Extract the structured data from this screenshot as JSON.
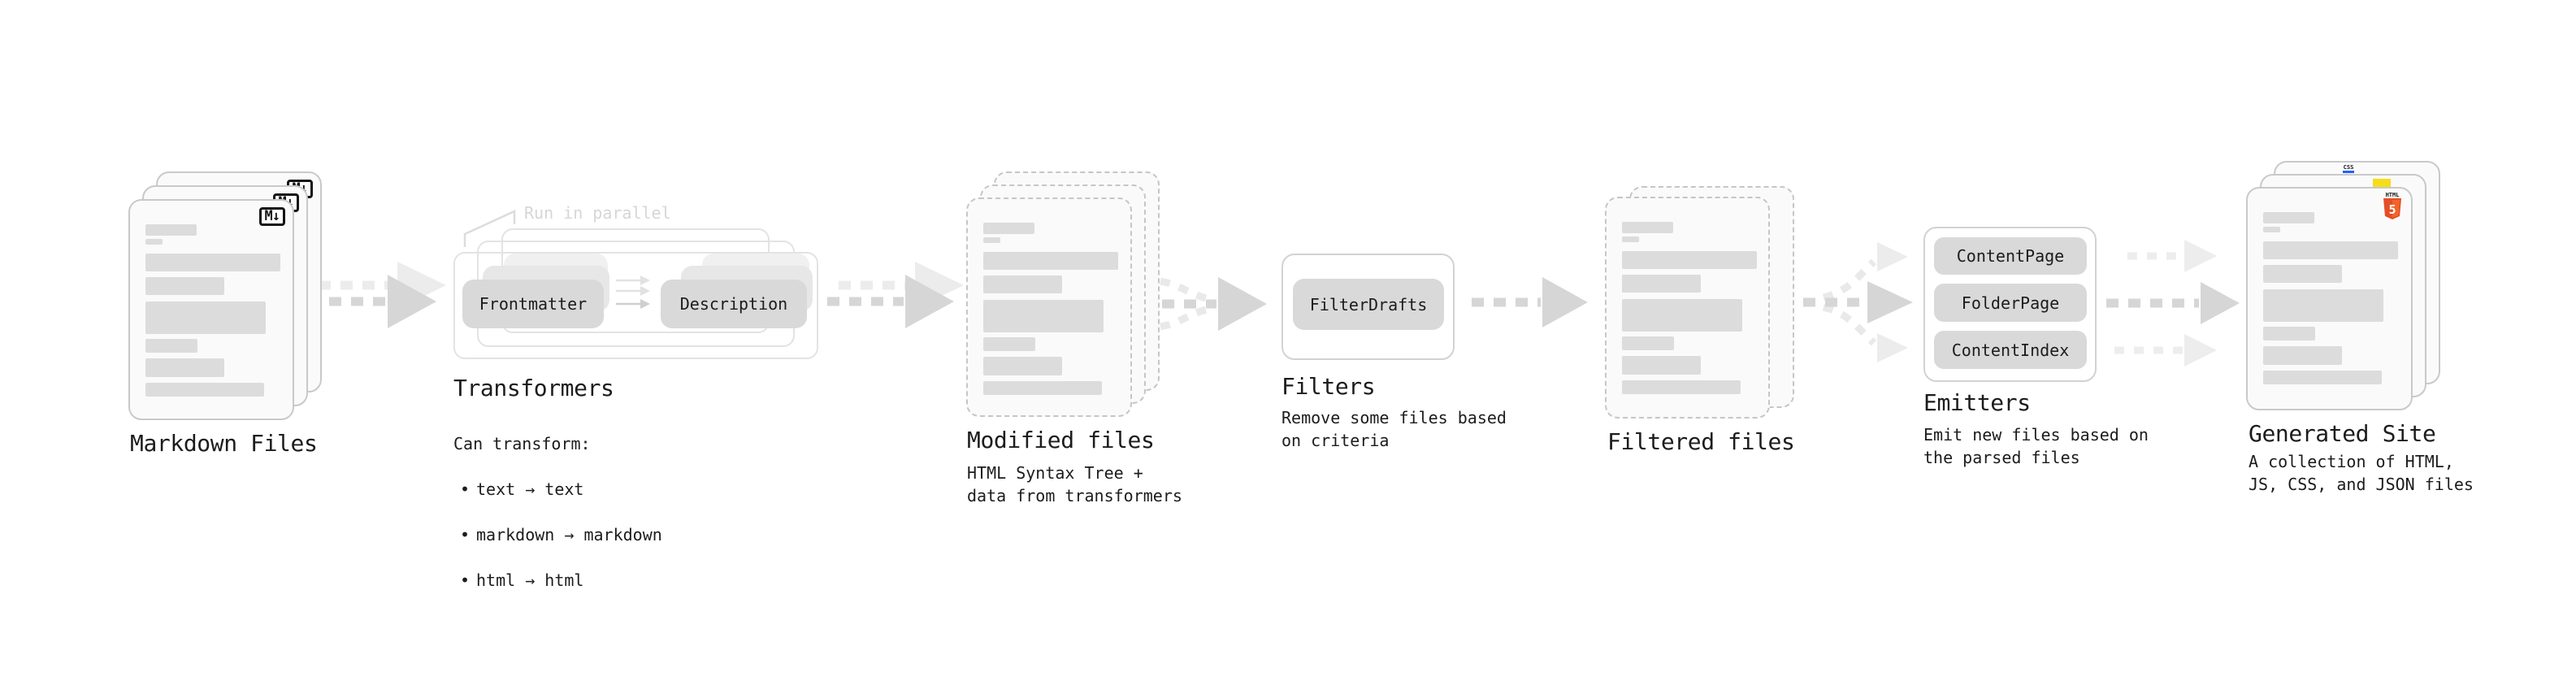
{
  "colors": {
    "text": "#1c1c1c",
    "muted_note": "#d6d6d6",
    "arrow_main": "#d6d6d6",
    "arrow_light": "#ececec",
    "doc_fill": "#fafafa",
    "doc_border": "#c9c9c9",
    "bar_fill": "#dcdcdc",
    "node_fill": "#d9d9d9",
    "html5_orange": "#e44d26",
    "js_yellow": "#f5de19",
    "css_blue": "#2160fd"
  },
  "stages": {
    "markdown": {
      "label": "Markdown Files",
      "badge": "M↓"
    },
    "transformers": {
      "label": "Transformers",
      "parallel_note": "Run in parallel",
      "node_a": "Frontmatter",
      "node_b": "Description",
      "caption_intro": "Can transform:",
      "bullet_char": "•",
      "bullets": [
        "text → text",
        "markdown → markdown",
        "html → html"
      ]
    },
    "modified": {
      "label": "Modified files",
      "caption": "HTML Syntax Tree +\ndata from transformers"
    },
    "filters": {
      "label": "Filters",
      "node": "FilterDrafts",
      "caption": "Remove some files based\non criteria"
    },
    "filtered": {
      "label": "Filtered files"
    },
    "emitters": {
      "label": "Emitters",
      "nodes": [
        "ContentPage",
        "FolderPage",
        "ContentIndex"
      ],
      "caption": "Emit new files based on\nthe parsed files"
    },
    "generated": {
      "label": "Generated Site",
      "caption": "A collection of HTML,\nJS, CSS, and JSON files",
      "html_badge_word": "HTML",
      "html_badge_number": "5",
      "css_badge_word": "CSS"
    }
  }
}
